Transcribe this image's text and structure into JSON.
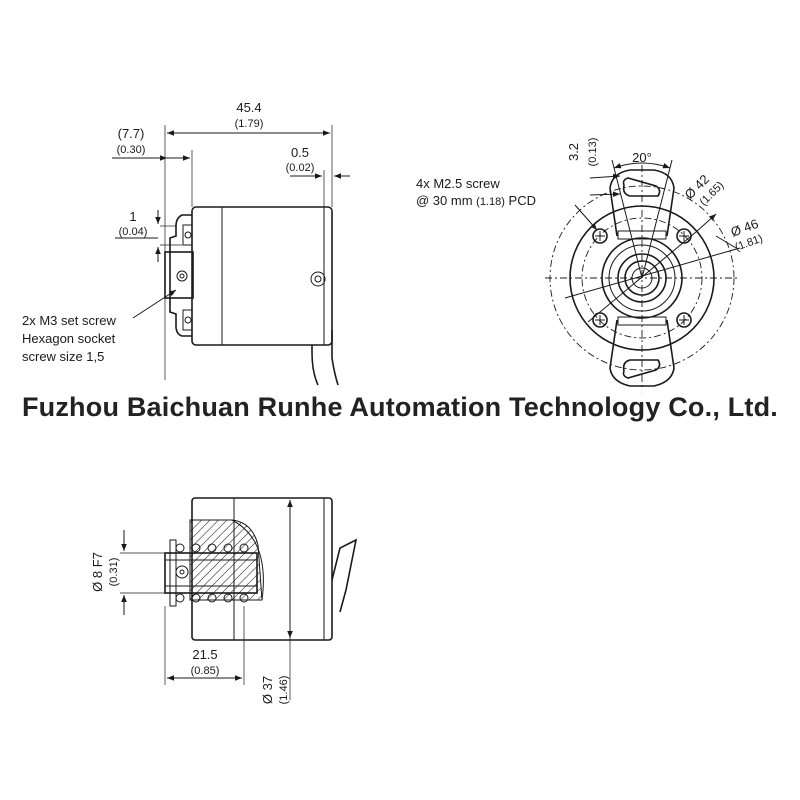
{
  "side_view": {
    "dim_length": "45.4",
    "dim_length_in": "(1.79)",
    "dim_flange": "(7.7)",
    "dim_flange_in": "(0.30)",
    "dim_gap": "0.5",
    "dim_gap_in": "(0.02)",
    "dim_step": "1",
    "dim_step_in": "(0.04)",
    "note_line1": "2x M3 set screw",
    "note_line2": "Hexagon socket",
    "note_line3": "screw size 1,5"
  },
  "front_view": {
    "note_line1": "4x M2.5 screw",
    "note_line2_prefix": "@ 30 mm ",
    "note_line2_in": "(1.18)",
    "note_line2_suffix": " PCD",
    "dim_slot": "3.2",
    "dim_slot_in": "(0.13)",
    "dim_angle": "20°",
    "dim_d42": "Ø 42",
    "dim_d42_in": "(1.65)",
    "dim_d46": "Ø 46",
    "dim_d46_in": "(1.81)"
  },
  "section_view": {
    "dim_bore": "Ø 8 F7",
    "dim_bore_in": "(0.31)",
    "dim_depth": "21.5",
    "dim_depth_in": "(0.85)",
    "dim_body": "Ø 37",
    "dim_body_in": "(1.46)"
  },
  "watermark": "Fuzhou Baichuan Runhe Automation Technology Co., Ltd."
}
